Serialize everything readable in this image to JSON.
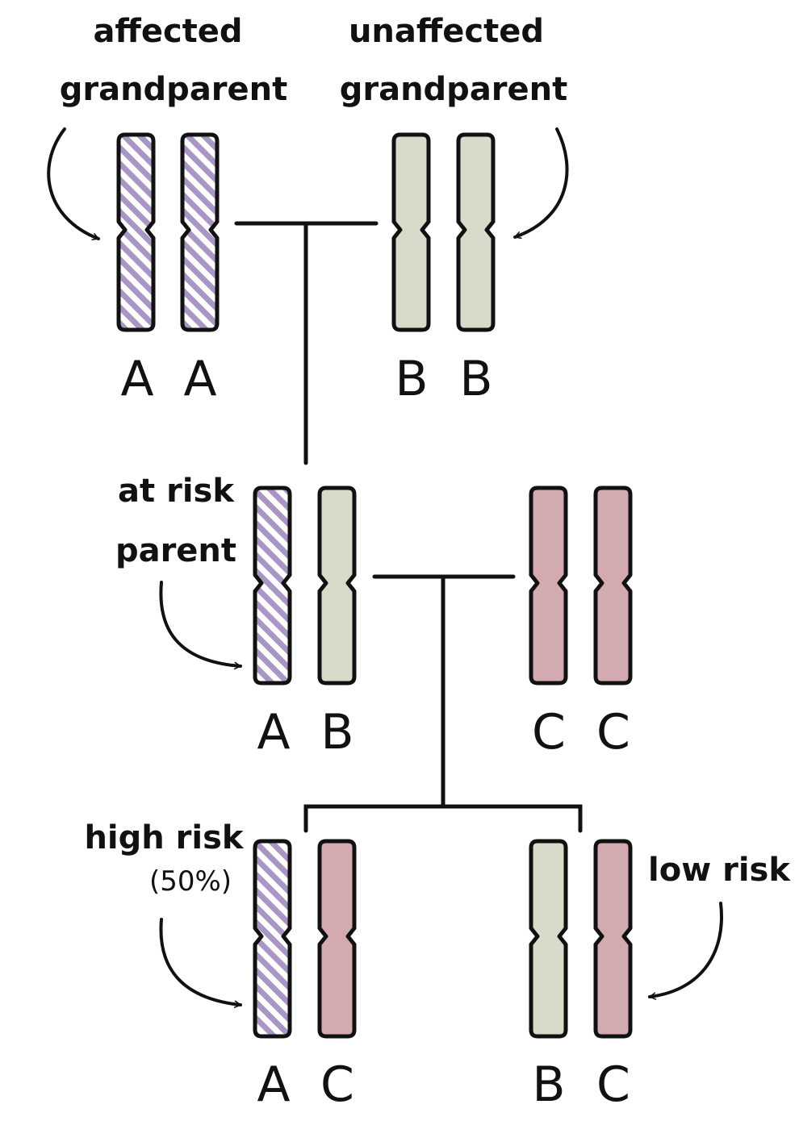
{
  "colors": {
    "affected_stripe": "#a996c4",
    "affected_base": "#ffffff",
    "unaffected_green": "#d6dcc9",
    "partner_pink": "#d3aab0",
    "outline": "#111111"
  },
  "annotations": {
    "affected_grandparent": [
      "affected",
      "grandparent"
    ],
    "unaffected_grandparent": [
      "unaffected",
      "grandparent"
    ],
    "at_risk_parent": [
      "at risk",
      "parent"
    ],
    "high_risk": "high risk",
    "high_risk_pct": "(50%)",
    "low_risk": "low risk"
  },
  "generations": [
    {
      "id": "grandparents",
      "individuals": [
        {
          "id": "affected-grandparent",
          "chromosomes": [
            {
              "allele": "A",
              "type": "affected"
            },
            {
              "allele": "A",
              "type": "affected"
            }
          ]
        },
        {
          "id": "unaffected-grandparent",
          "chromosomes": [
            {
              "allele": "B",
              "type": "unaffected"
            },
            {
              "allele": "B",
              "type": "unaffected"
            }
          ]
        }
      ]
    },
    {
      "id": "parents",
      "individuals": [
        {
          "id": "at-risk-parent",
          "chromosomes": [
            {
              "allele": "A",
              "type": "affected"
            },
            {
              "allele": "B",
              "type": "unaffected"
            }
          ]
        },
        {
          "id": "partner",
          "chromosomes": [
            {
              "allele": "C",
              "type": "partner"
            },
            {
              "allele": "C",
              "type": "partner"
            }
          ]
        }
      ]
    },
    {
      "id": "children",
      "individuals": [
        {
          "id": "high-risk-child",
          "chromosomes": [
            {
              "allele": "A",
              "type": "affected"
            },
            {
              "allele": "C",
              "type": "partner"
            }
          ]
        },
        {
          "id": "low-risk-child",
          "chromosomes": [
            {
              "allele": "B",
              "type": "unaffected"
            },
            {
              "allele": "C",
              "type": "partner"
            }
          ]
        }
      ]
    }
  ]
}
